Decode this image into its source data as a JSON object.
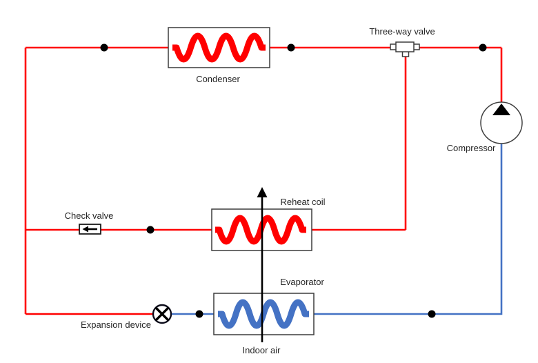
{
  "diagram": {
    "type": "hvac-refrigeration-cycle-schematic",
    "labels": {
      "condenser": "Condenser",
      "three_way_valve": "Three-way valve",
      "compressor": "Compressor",
      "check_valve": "Check valve",
      "reheat_coil": "Reheat coil",
      "evaporator": "Evaporator",
      "expansion_device": "Expansion device",
      "indoor_air": "Indoor air"
    },
    "colors": {
      "hot_line": "#ff0000",
      "cold_line": "#4472c4",
      "outline": "#3b3b3b",
      "black": "#000000",
      "text": "#262626",
      "background": "#ffffff"
    }
  }
}
